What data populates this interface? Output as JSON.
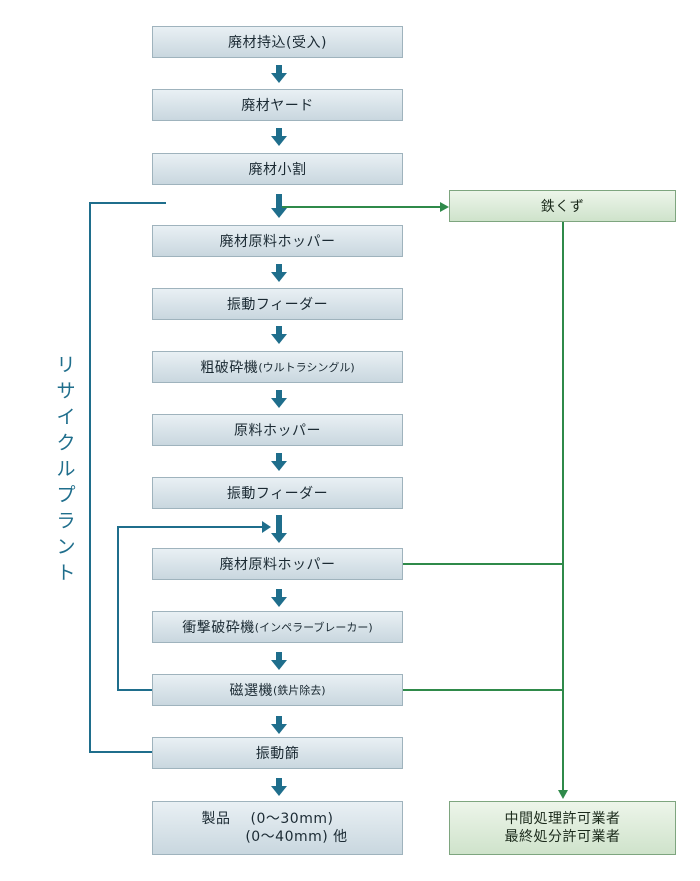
{
  "flow": {
    "haizai_mochikomi": "廃材持込(受入)",
    "haizai_yard": "廃材ヤード",
    "haizai_kowari": "廃材小割",
    "haizai_genryou_hopper_1": "廃材原料ホッパー",
    "shindou_feeder_1": "振動フィーダー",
    "soha_saiki_main": "粗破砕機",
    "soha_saiki_sub": "(ウルトラシングル)",
    "genryou_hopper": "原料ホッパー",
    "shindou_feeder_2": "振動フィーダー",
    "haizai_genryou_hopper_2": "廃材原料ホッパー",
    "shougeki_main": "衝撃破砕機",
    "shougeki_sub": "(インペラーブレーカー)",
    "jisenki_main": "磁選機",
    "jisenki_sub": "(鉄片除去)",
    "shindou_furui": "振動篩",
    "seihin_line1_a": "製品",
    "seihin_line1_b": "(0～30mm)",
    "seihin_line2": "(0～40mm) 他"
  },
  "side": {
    "tetsukuzu": "鉄くず",
    "gyousha_line1": "中間処理許可業者",
    "gyousha_line2": "最終処分許可業者"
  },
  "recycle_label": "リサイクルプラント",
  "colors": {
    "blue_line": "#1f6e8c",
    "green_line": "#2f8a4a"
  }
}
